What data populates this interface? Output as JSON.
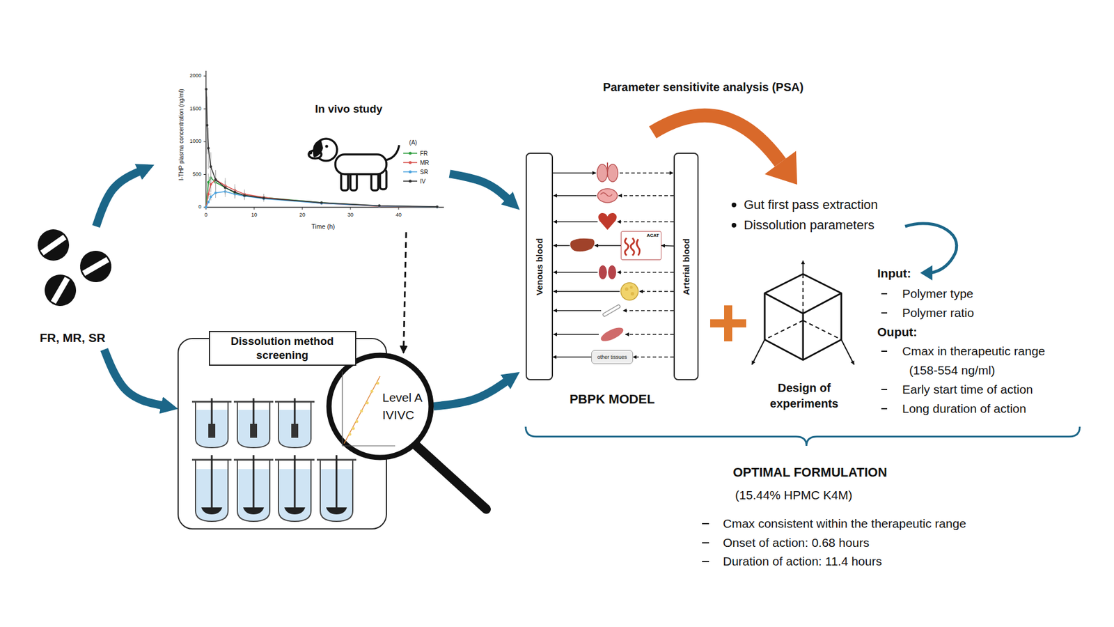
{
  "diagram": {
    "nodes": [
      {
        "text": [
          "FR, MR, SR"
        ]
      },
      {
        "text": [
          "In vivo study"
        ]
      },
      {
        "text": [
          "Dissolution method screening"
        ]
      },
      {
        "text": [
          "Level A IVIVC"
        ]
      },
      {
        "text": [
          "PBPK MODEL"
        ]
      },
      {
        "text": [
          "Venous blood"
        ],
        "in": 4
      },
      {
        "text": [
          "Arterial blood"
        ],
        "in": 4
      },
      {
        "text": [
          "ACAT"
        ],
        "in": 4
      },
      {
        "text": [
          "other tissues"
        ],
        "in": 4
      },
      {
        "text": [
          "Design of experiments"
        ]
      }
    ],
    "edges": [
      {
        "from": 0,
        "to": 1,
        "arrow": "to"
      },
      {
        "from": 0,
        "to": 2,
        "arrow": "to"
      },
      {
        "from": 1,
        "to": 3,
        "arrow": "to"
      },
      {
        "from": 1,
        "to": 4,
        "arrow": "to"
      },
      {
        "from": 3,
        "to": 4,
        "arrow": "to"
      },
      {
        "from": 6,
        "to": 7,
        "arrow": "to"
      },
      {
        "from": 6,
        "to": 8,
        "arrow": "to"
      },
      {
        "from": 8,
        "to": 5,
        "arrow": "to"
      }
    ],
    "labels": [
      "I-THP plasma concentration (ng/ml)",
      "2000",
      "1500",
      "1000",
      "500",
      "0",
      "0",
      "10",
      "20",
      "30",
      "40",
      "Time (h)",
      "(A)",
      "Parameter sensitivite analysis (PSA)",
      "Gut first pass extraction",
      "Dissolution parameters",
      "Input:",
      "Polymer type",
      "Polymer ratio",
      "Ouput:",
      "Cmax in therapeutic range",
      "(158-554 ng/ml)",
      "Early start time of action",
      "Long duration of action",
      "OPTIMAL FORMULATION",
      "(15.44% HPMC K4M)",
      "Cmax consistent within the therapeutic range",
      "Onset of action: 0.68 hours",
      "Duration of action: 11.4 hours"
    ],
    "legend": [
      {
        "text": "FR"
      },
      {
        "text": "MR"
      },
      {
        "text": "SR"
      },
      {
        "text": "IV"
      }
    ]
  }
}
